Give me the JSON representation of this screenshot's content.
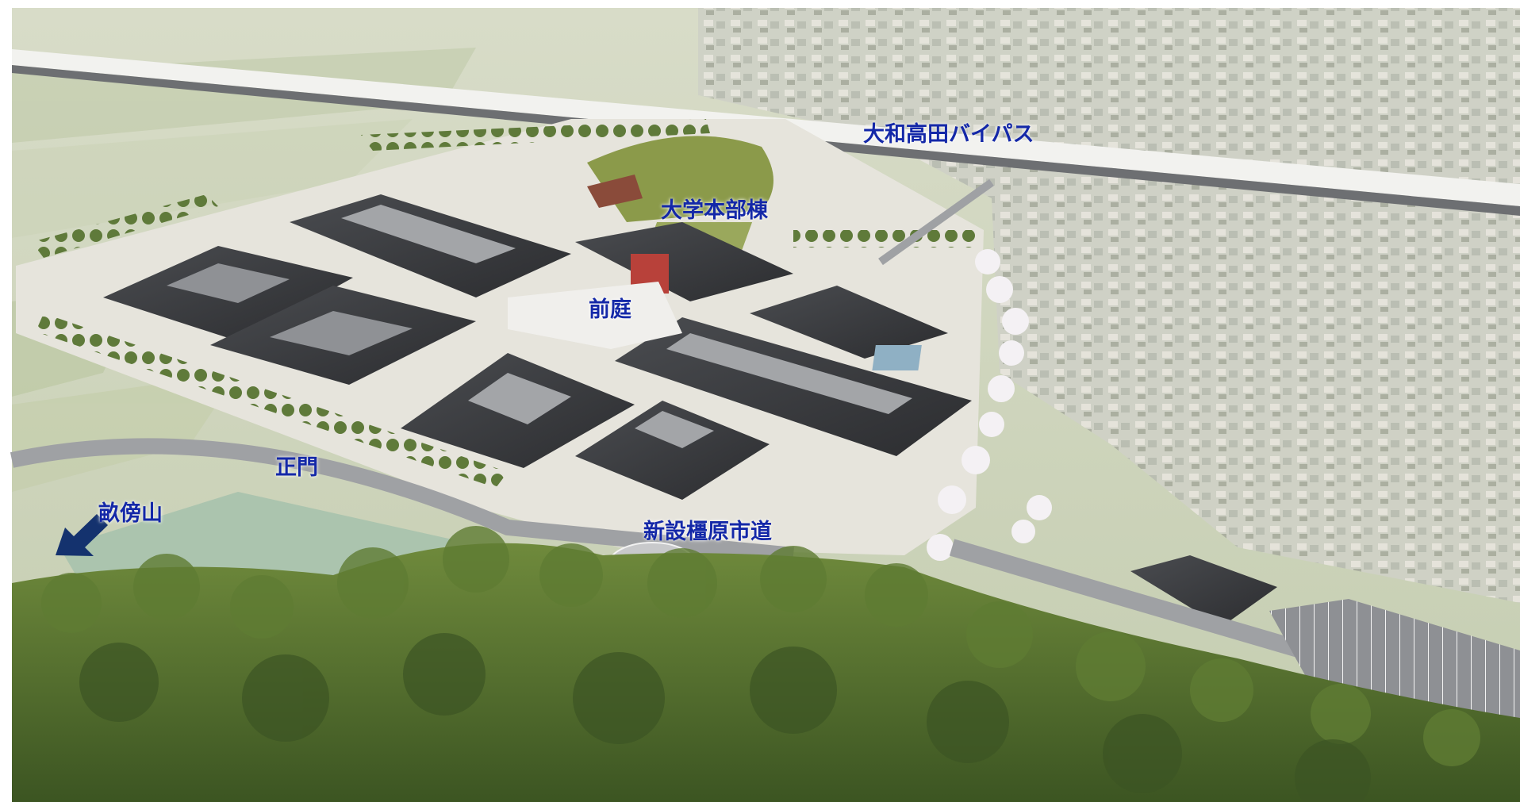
{
  "labels": {
    "bypass": "大和高田バイパス",
    "main_building": "大学本部棟",
    "front_garden": "前庭",
    "main_gate": "正門",
    "mountain": "畝傍山",
    "city_road": "新設橿原市道"
  },
  "colors": {
    "label_text": "#1428a8",
    "arrow": "#14326e",
    "roof": "#3a3c40",
    "field": "#c9d2b3",
    "forest": "#4e6a2e"
  },
  "icons": {
    "direction_arrow": "arrow-southwest-icon"
  }
}
